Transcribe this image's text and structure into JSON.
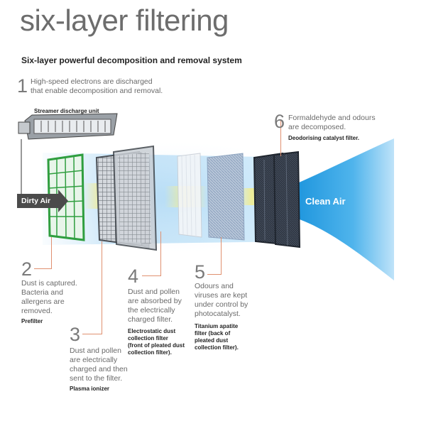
{
  "title": "six-layer filtering",
  "subtitle": "Six-layer powerful decomposition and removal system",
  "unit_label": "Streamer discharge unit",
  "dirty_air": "Dirty Air",
  "clean_air": "Clean Air",
  "steps": [
    {
      "num": "1",
      "lines": [
        "High-speed electrons are discharged",
        "that enable decomposition and removal."
      ],
      "label": []
    },
    {
      "num": "2",
      "lines": [
        "Dust is captured.",
        "Bacteria and",
        "allergens are",
        "removed."
      ],
      "label": [
        "Prefilter"
      ]
    },
    {
      "num": "3",
      "lines": [
        "Dust and pollen",
        "are electrically",
        "charged and then",
        "sent to the filter."
      ],
      "label": [
        "Plasma ionizer"
      ]
    },
    {
      "num": "4",
      "lines": [
        "Dust and pollen",
        "are absorbed by",
        "the electrically",
        "charged filter."
      ],
      "label": [
        "Electrostatic dust",
        "collection filter",
        "(front of pleated dust",
        "collection filter)."
      ]
    },
    {
      "num": "5",
      "lines": [
        "Odours and",
        "viruses are kept",
        "under control by",
        "photocatalyst."
      ],
      "label": [
        "Titanium apatite",
        "filter (back of",
        "pleated dust",
        "collection filter)."
      ]
    },
    {
      "num": "6",
      "lines": [
        "Formaldehyde and odours",
        "are decomposed."
      ],
      "label": [
        "Deodorising catalyst filter."
      ]
    }
  ],
  "colors": {
    "connector": "#e09070",
    "airflow": "#a8d4f2",
    "clean_air": "#1e9be0",
    "prefilter": "#2f9e3f",
    "dirty_air": "#4b4b4b"
  }
}
